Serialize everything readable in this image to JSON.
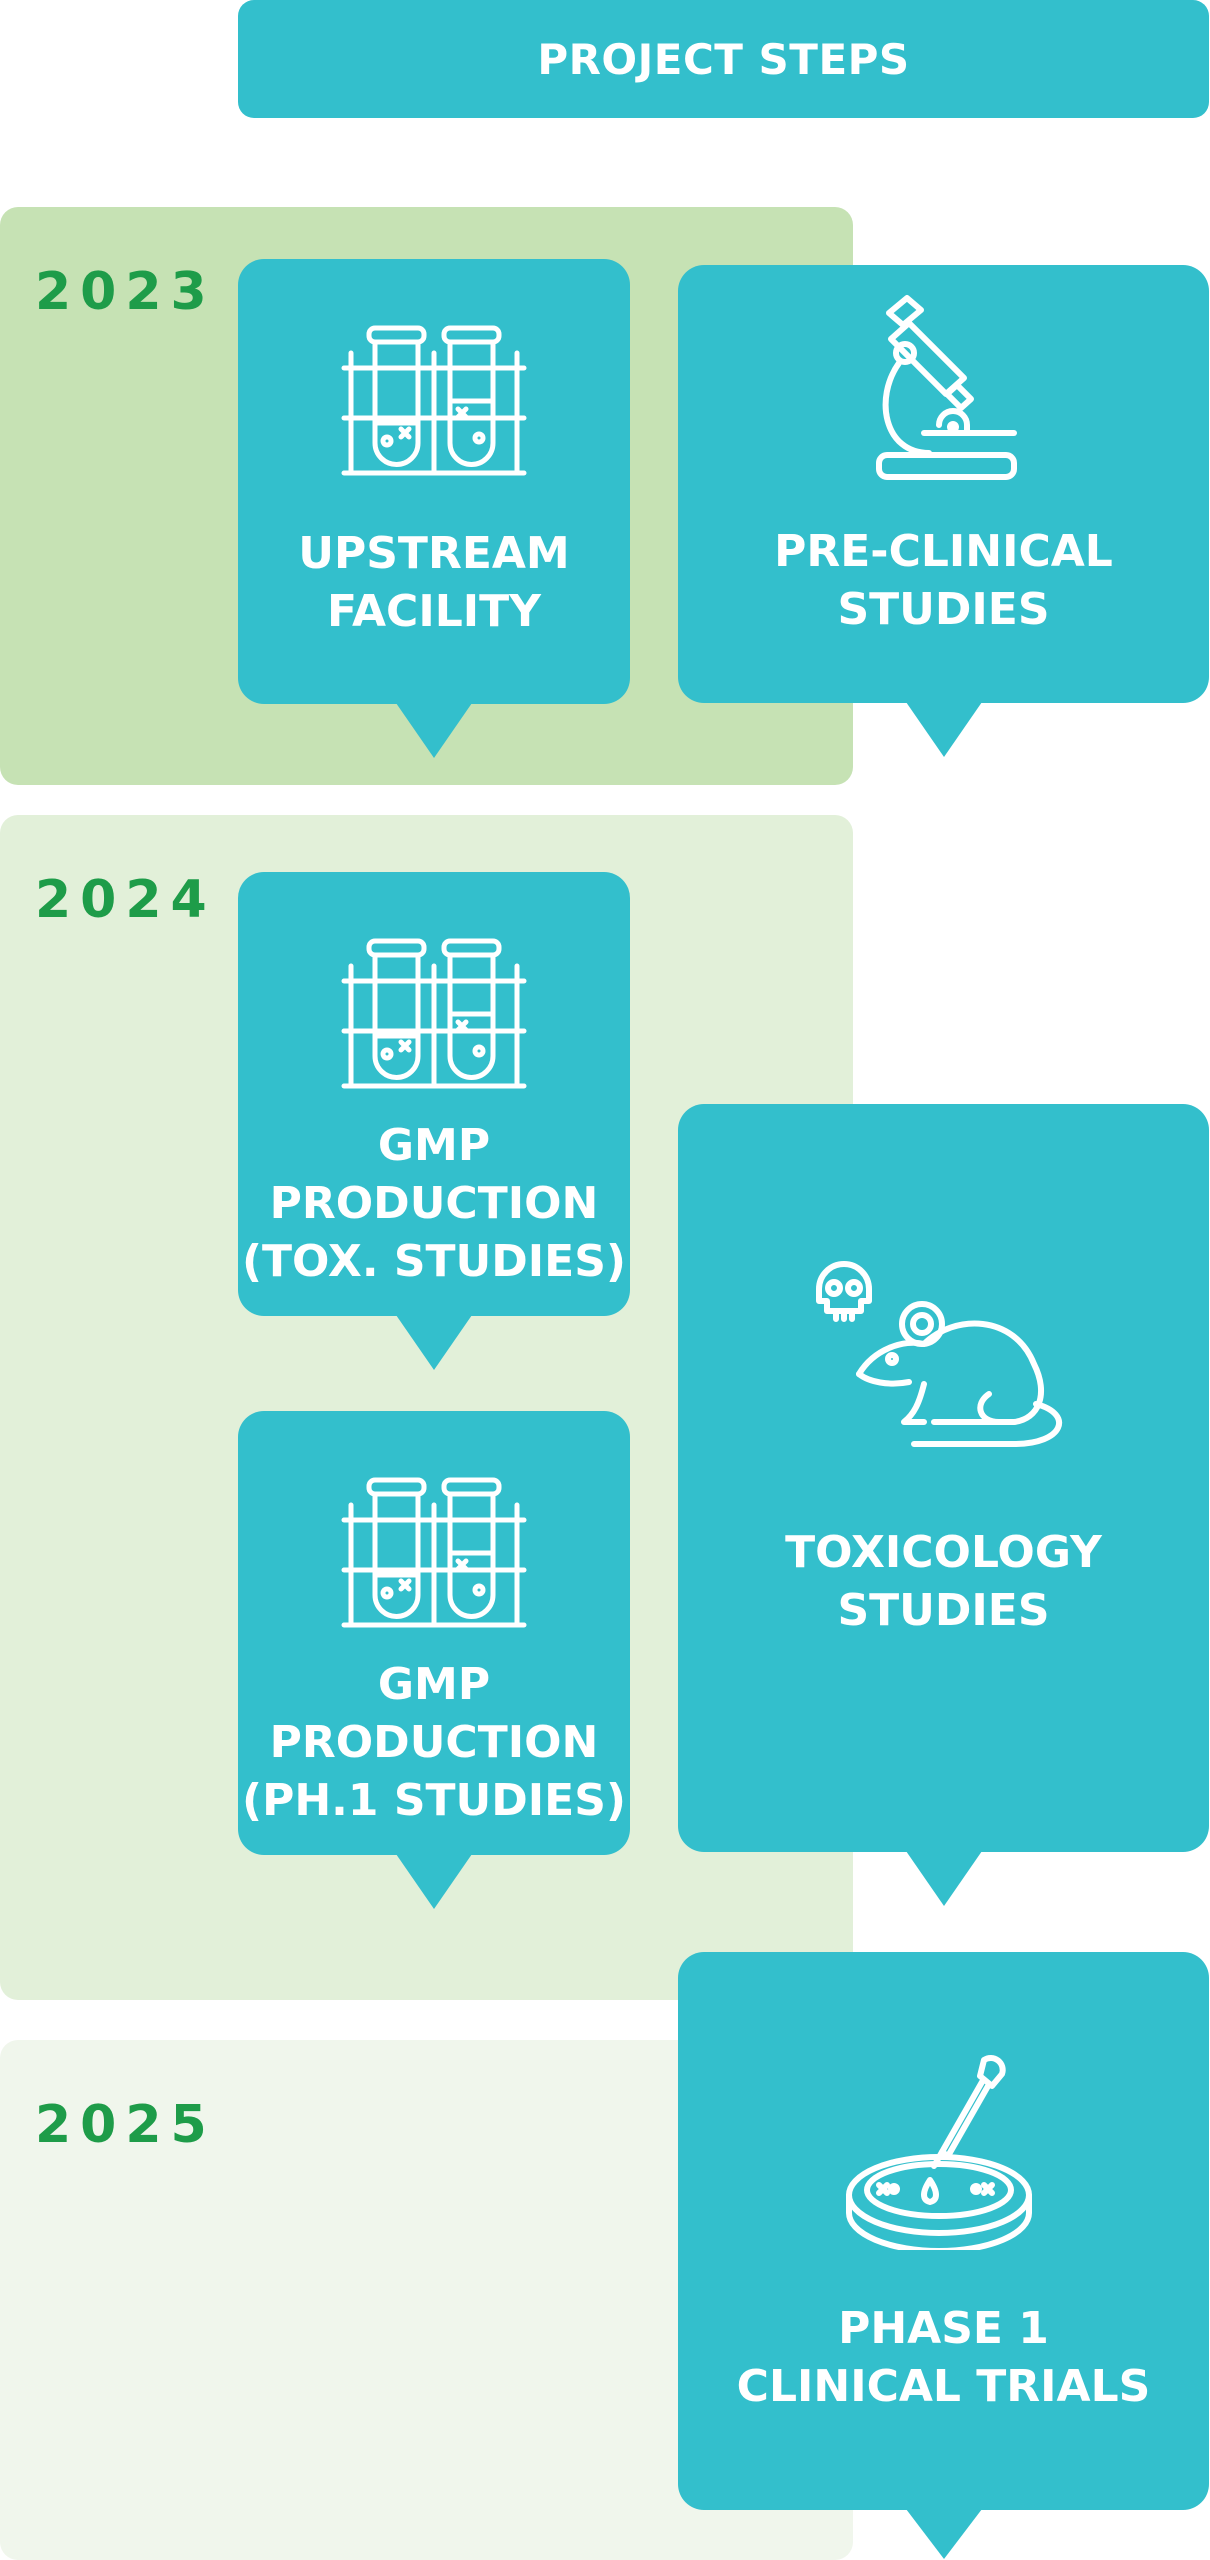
{
  "header": {
    "title": "PROJECT STEPS"
  },
  "years": {
    "y2023": "2023",
    "y2024": "2024",
    "y2025": "2025"
  },
  "steps": {
    "upstream": {
      "line1": "UPSTREAM",
      "line2": "FACILITY",
      "icon": "test-tubes-icon"
    },
    "preclinical": {
      "line1": "PRE-CLINICAL",
      "line2": "STUDIES",
      "icon": "microscope-icon"
    },
    "gmp_tox": {
      "line1": "GMP",
      "line2": "PRODUCTION",
      "line3": "(TOX. STUDIES)",
      "icon": "test-tubes-icon"
    },
    "gmp_ph1": {
      "line1": "GMP",
      "line2": "PRODUCTION",
      "line3": "(PH.1 STUDIES)",
      "icon": "test-tubes-icon"
    },
    "toxicology": {
      "line1": "TOXICOLOGY",
      "line2": "STUDIES",
      "icon": "lab-mouse-skull-icon"
    },
    "phase1": {
      "line1": "PHASE 1",
      "line2": "CLINICAL TRIALS",
      "icon": "petri-dish-pipette-icon"
    }
  },
  "colors": {
    "card": "#33bfcc",
    "year_text": "#1e9c49",
    "band_2023": "#c6e2b4",
    "band_2024": "#e2f0d9",
    "band_2025": "#f0f6ec"
  }
}
